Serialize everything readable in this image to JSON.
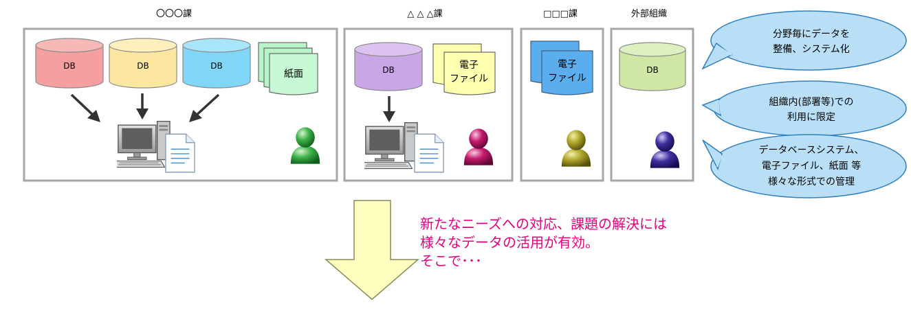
{
  "headers": {
    "sec1": "〇〇〇課",
    "sec2": "△ △ △課",
    "sec3": "□□□課",
    "sec4": "外部組織"
  },
  "sec1": {
    "db1": "DB",
    "db2": "DB",
    "db3": "DB",
    "paper": "紙面"
  },
  "sec2": {
    "db": "DB",
    "file_line1": "電子",
    "file_line2": "ファイル"
  },
  "sec3": {
    "file_line1": "電子",
    "file_line2": "ファイル"
  },
  "sec4": {
    "db": "DB"
  },
  "bubbles": {
    "b1_line1": "分野毎にデータを",
    "b1_line2": "整備、システム化",
    "b2_line1": "組織内(部署等)での",
    "b2_line2": "利用に限定",
    "b3_line1": "データベースシステム、",
    "b3_line2": "電子ファイル、紙面 等",
    "b3_line3": "様々な形式での管理"
  },
  "message": {
    "line1": "新たなニーズへの対応、課題の解決には",
    "line2": "様々なデータの活用が有効。",
    "line3": "そこで･･･"
  },
  "colors": {
    "db_red": "#f4a0a0",
    "db_yellow": "#fde7a0",
    "db_blue": "#7fd6f7",
    "db_purple": "#c9a6e6",
    "db_green": "#cfe6a4",
    "paper_green": "#b7f5c8",
    "file_yellow": "#ffffb0",
    "file_blue": "#5aaeee",
    "bubble_fill": "#b9dff7",
    "bubble_stroke": "#2f7fc0",
    "arrow_fill": "#ffffc0",
    "accent_pink": "#e6007e",
    "frame_gray": "#a6a6a6"
  },
  "icons": [
    "database-icon",
    "paper-stack-icon",
    "electronic-file-icon",
    "computer-icon",
    "document-icon",
    "person-icon",
    "down-arrow-icon",
    "speech-bubble"
  ]
}
